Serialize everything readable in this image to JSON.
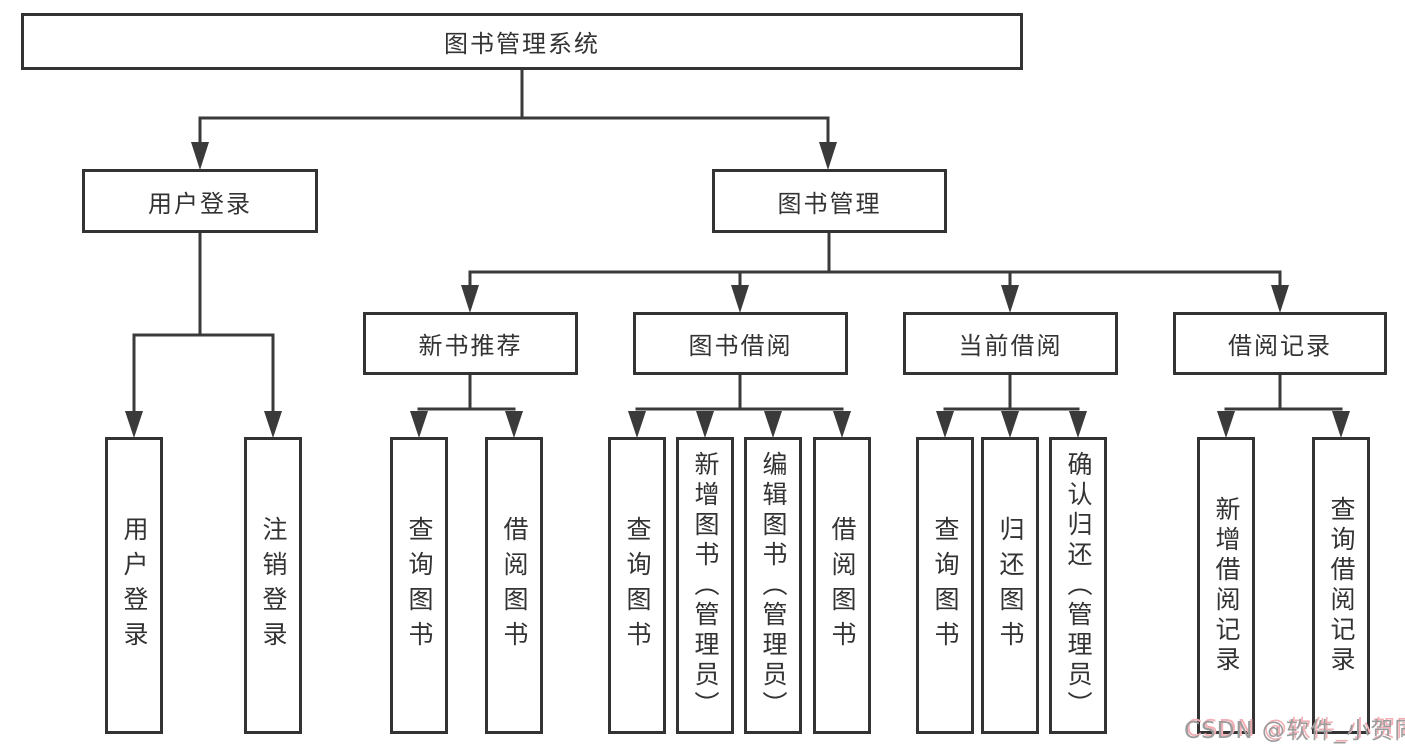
{
  "tree": {
    "root": {
      "label": "图书管理系统",
      "children": [
        {
          "label": "用户登录",
          "children": [
            {
              "label": "用户登录"
            },
            {
              "label": "注销登录"
            }
          ]
        },
        {
          "label": "图书管理",
          "children": [
            {
              "label": "新书推荐",
              "children": [
                {
                  "label": "查询图书"
                },
                {
                  "label": "借阅图书"
                }
              ]
            },
            {
              "label": "图书借阅",
              "children": [
                {
                  "label": "查询图书"
                },
                {
                  "label": "新增图书（管理员）"
                },
                {
                  "label": "编辑图书（管理员）"
                },
                {
                  "label": "借阅图书"
                }
              ]
            },
            {
              "label": "当前借阅",
              "children": [
                {
                  "label": "查询图书"
                },
                {
                  "label": "归还图书"
                },
                {
                  "label": "确认归还（管理员）"
                }
              ]
            },
            {
              "label": "借阅记录",
              "children": [
                {
                  "label": "新增借阅记录"
                },
                {
                  "label": "查询借阅记录"
                }
              ]
            }
          ]
        }
      ]
    }
  },
  "watermark": {
    "text": "CSDN @软件_小贺同学"
  },
  "colors": {
    "line": "#3a3a3a",
    "text": "#333333",
    "box_background": "#ffffff",
    "watermark_gray": "#9c9c9c",
    "watermark_accent": "#f2b0b6"
  }
}
